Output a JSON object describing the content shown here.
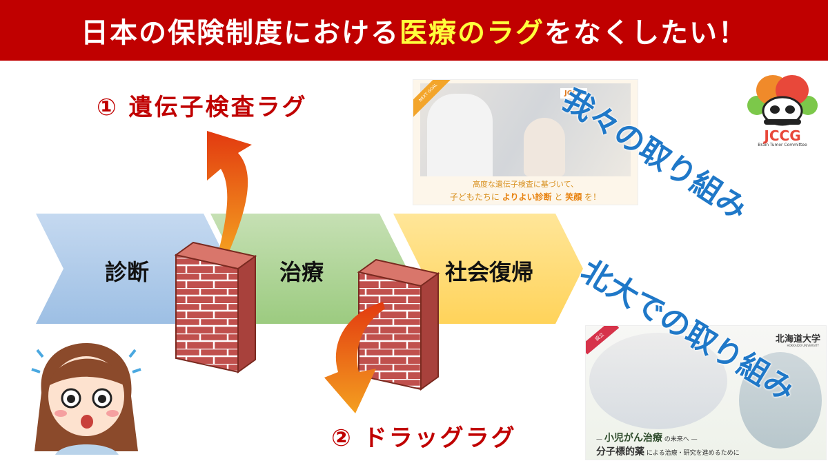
{
  "header": {
    "title_pre": "日本の保険制度における",
    "title_highlight": "医療のラグ",
    "title_post": "をなくしたい！"
  },
  "lags": {
    "first": "① 遺伝子検査ラグ",
    "second": "② ドラッグラグ"
  },
  "stages": [
    "診断",
    "治療",
    "社会復帰"
  ],
  "our_efforts": "我々の取り組み",
  "hokudai_efforts": "北大での取り組み",
  "photo1": {
    "badge": "NEXT GOAL",
    "logo": "JCCG",
    "caption_line1": "高度な遺伝子検査に基づいて、",
    "caption_line2_pre": "子どもたちに",
    "caption_bold1": "よりよい診断",
    "caption_mid": "と",
    "caption_bold2": "笑顔",
    "caption_post": "を！"
  },
  "photo2": {
    "badge": "設立",
    "logo": "北海道大学",
    "logo_sub": "HOKKAIDO UNIVERSITY",
    "caption_line1_bold": "小児がん治療",
    "caption_line1_rest": "の未来へ",
    "caption_line2_bold": "分子標的薬",
    "caption_line2_rest": "による治療・研究を進めるために"
  },
  "jccg_logo": {
    "name": "JCCG",
    "sub": "Brain Tumor Committee"
  },
  "colors": {
    "header": "#c00000",
    "highlight": "#ffff3c",
    "blue_text": "#1f78c8",
    "chevron_blue": "#a9c7e8",
    "chevron_green": "#a8d08d",
    "chevron_yellow": "#ffd966",
    "brick": "#c0504d",
    "arrow": "#e8501a"
  }
}
